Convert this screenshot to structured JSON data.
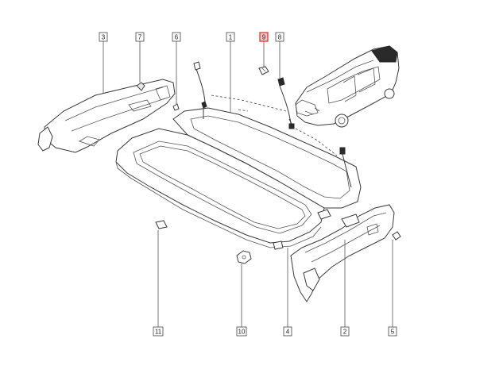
{
  "callouts": [
    {
      "id": "c1",
      "label": "1",
      "highlight": false
    },
    {
      "id": "c2",
      "label": "2",
      "highlight": false
    },
    {
      "id": "c3",
      "label": "3",
      "highlight": false
    },
    {
      "id": "c4",
      "label": "4",
      "highlight": false
    },
    {
      "id": "c5",
      "label": "5",
      "highlight": false
    },
    {
      "id": "c6",
      "label": "6",
      "highlight": false
    },
    {
      "id": "c7",
      "label": "7",
      "highlight": false
    },
    {
      "id": "c8",
      "label": "8",
      "highlight": false
    },
    {
      "id": "c9",
      "label": "9",
      "highlight": true
    },
    {
      "id": "c10",
      "label": "10",
      "highlight": false
    },
    {
      "id": "c11",
      "label": "11",
      "highlight": false
    }
  ],
  "colors": {
    "highlight_fill": "#f6c3c3",
    "highlight_stroke": "#e02b2b",
    "line": "#3a3a3a",
    "background": "#ffffff"
  }
}
